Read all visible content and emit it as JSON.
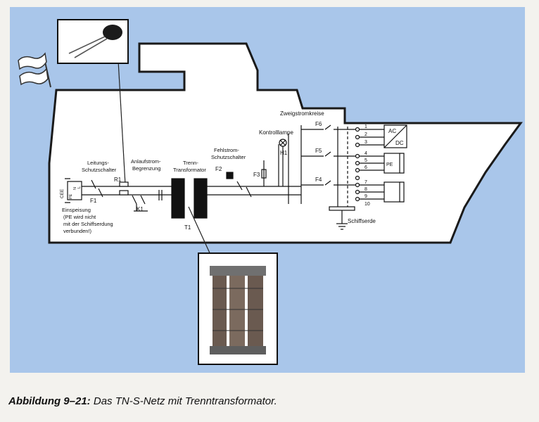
{
  "caption": {
    "figure_label": "Abbildung 9–21:",
    "text": "Das TN-S-Netz mit Trenntransformator."
  },
  "colors": {
    "background_blue": "#a9c6ea",
    "ship_fill": "#ffffff",
    "ship_outline": "#1a1a1a",
    "page_background": "#f3f2ee"
  },
  "labels": {
    "zweigstromkreise": "Zweigstromkreise",
    "kontrolllampe": "Kontrolllampe",
    "h1": "H1",
    "f3": "F3",
    "f6": "F6",
    "f5": "F5",
    "f4": "F4",
    "ac": "AC",
    "dc": "DC",
    "pe_right": "PE",
    "fehlstrom_1": "Fehlstrom-",
    "fehlstrom_2": "Schutzschalter",
    "f2": "F2",
    "leitungs_1": "Leitungs-",
    "leitungs_2": "Schutzschalter",
    "anlauf_1": "Anlaufstrom-",
    "anlauf_2": "Begrenzung",
    "trenn_1": "Trenn-",
    "trenn_2": "Transformator",
    "r1": "R1",
    "f1": "F1",
    "k1": "K1",
    "t1": "T1",
    "cee": "CEE",
    "pe_left": "PE",
    "n_left": "N",
    "l_left": "L",
    "einspeisung_1": "Einspeisung",
    "einspeisung_2": "(PE wird nicht",
    "einspeisung_3": "mit der Schiffserdung",
    "einspeisung_4": "verbunden!)",
    "schiffserde": "Schiffserde",
    "circuits": [
      "1",
      "2",
      "3",
      "4",
      "5",
      "6",
      "7",
      "8",
      "9",
      "10"
    ]
  }
}
